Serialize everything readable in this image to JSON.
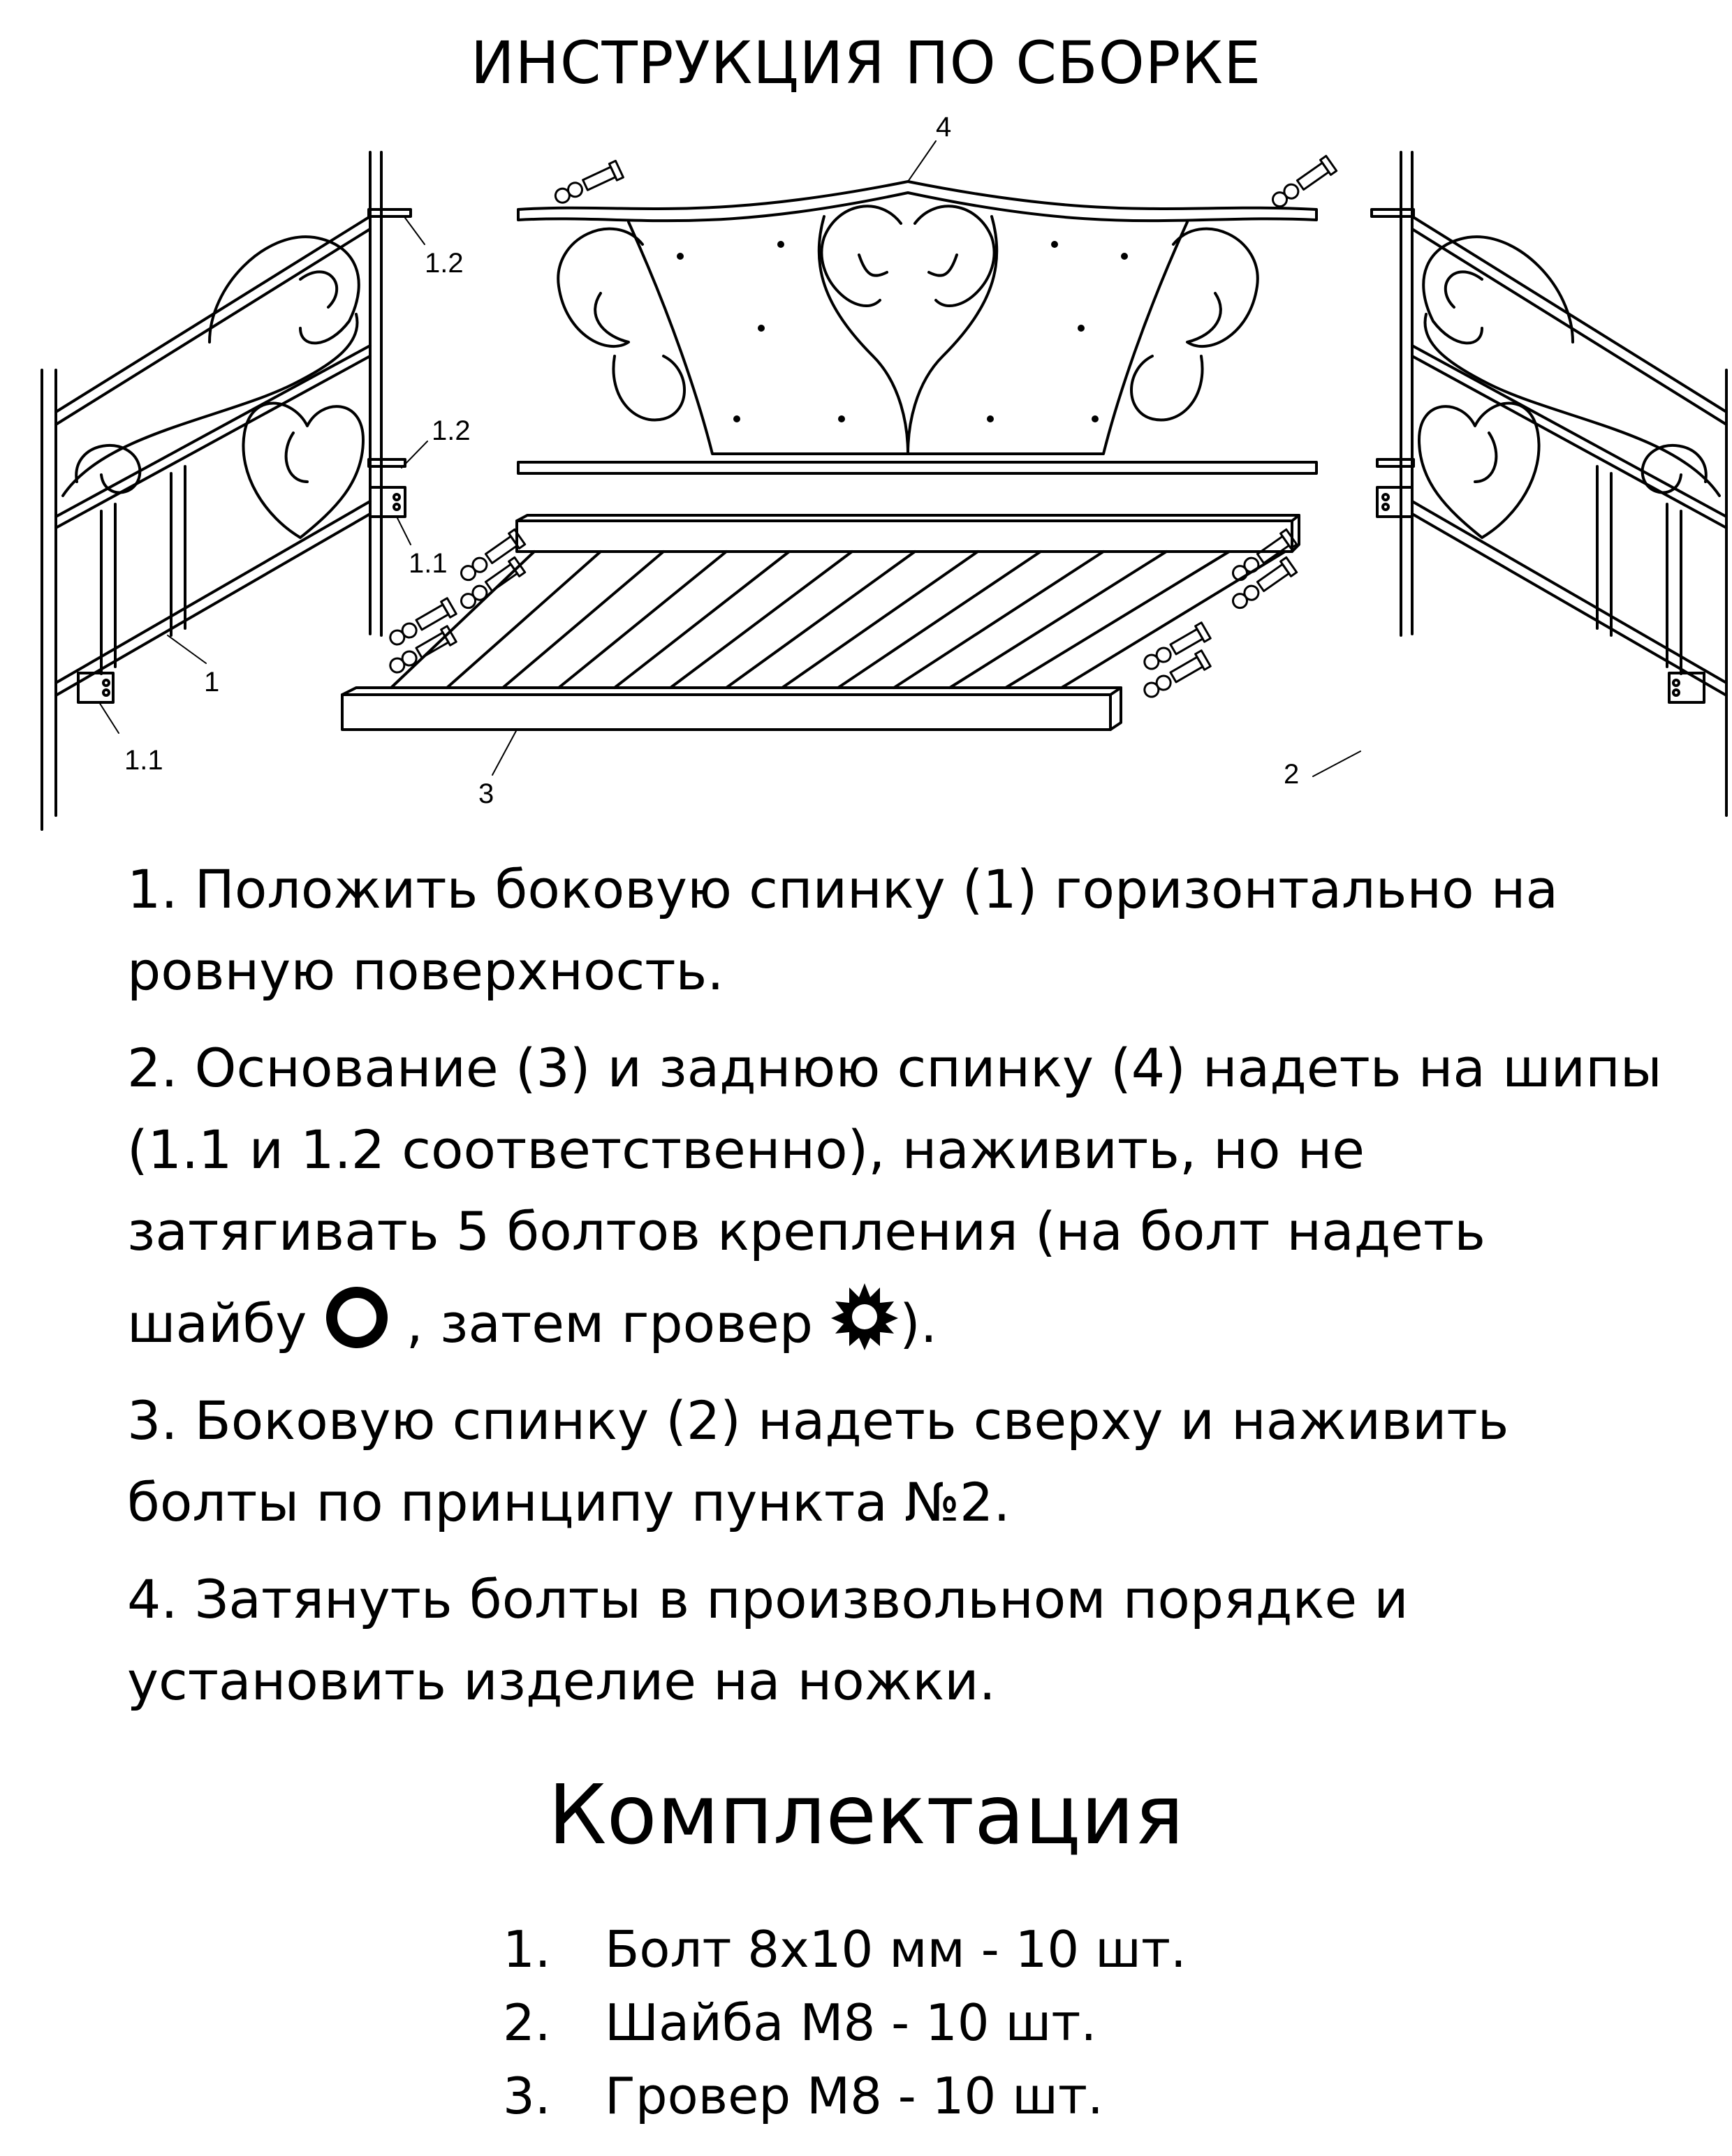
{
  "title": "ИНСТРУКЦИЯ ПО СБОРКЕ",
  "diagram": {
    "labels": {
      "part_4": "4",
      "left_1_2_top": "1.2",
      "left_1_2_mid": "1.2",
      "left_1_1_upper": "1.1",
      "left_1": "1",
      "left_1_1_lower": "1.1",
      "part_3": "3",
      "part_2": "2"
    }
  },
  "steps": {
    "step1": "1. Положить боковую спинку (1) горизонтально на ровную поверхность.",
    "step2_before": "2. Основание (3) и заднюю спинку (4) надеть на шипы (1.1 и 1.2 соответственно), наживить, но не затягивать 5 болтов крепления (на болт надеть шайбу ",
    "step2_middle": " , затем гровер ",
    "step2_after": ").",
    "step3": "3. Боковую спинку (2) надеть сверху и наживить болты по принципу пункта №2.",
    "step4": "4. Затянуть болты в произвольном порядке и установить изделие на ножки."
  },
  "kit": {
    "title": "Комплектация",
    "items": [
      {
        "num": "1.",
        "text": "Болт 8х10 мм - 10 шт."
      },
      {
        "num": "2.",
        "text": "Шайба М8 - 10 шт."
      },
      {
        "num": "3.",
        "text": "Гровер М8 - 10 шт."
      }
    ]
  },
  "icons": {
    "washer": "washer-ring-icon",
    "spring_washer": "spring-washer-gear-icon",
    "bolt": "bolt-icon"
  }
}
